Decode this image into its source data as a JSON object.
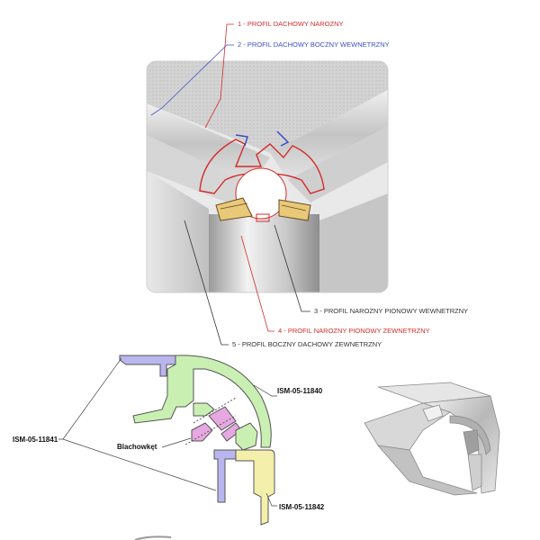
{
  "top_diagram": {
    "labels": [
      {
        "text": "1 - PROFIL DACHOWY NAROZNY",
        "color": "#d42b2b"
      },
      {
        "text": "2 - PROFIL DACHOWY BOCZNY WEWNETRZNY",
        "color": "#3b4fc4"
      },
      {
        "text": "3 - PROFIL NAROZNY PIONOWY WEWNETRZNY",
        "color": "#333333"
      },
      {
        "text": "4 - PROFIL NAROZNY PIONOWY ZEWNETRZNY",
        "color": "#d42b2b"
      },
      {
        "text": "5 - PROFIL BOCZNY DACHOWY ZEWNETRZNY",
        "color": "#333333"
      }
    ]
  },
  "bottom_diagram": {
    "codes": {
      "top_right": "ISM-05-11840",
      "left": "ISM-05-11841",
      "bottom_right": "ISM-05-11842"
    },
    "part_label": "Blachowkęt",
    "colors": {
      "green": "#c9efb2",
      "purple": "#b9b6ee",
      "yellow": "#f4efaa",
      "pink": "#e6a8e0"
    }
  }
}
